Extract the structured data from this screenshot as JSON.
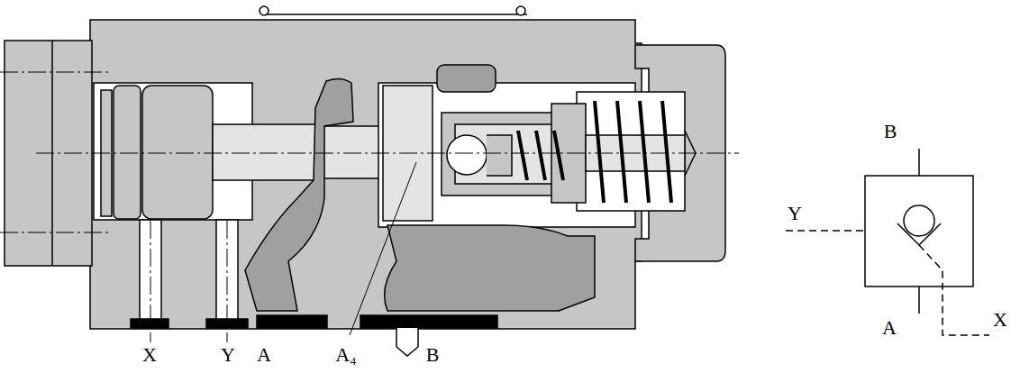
{
  "diagram": {
    "labels": [
      "X",
      "Y",
      "A",
      "A₄",
      "B",
      "B",
      "Y",
      "A",
      "X"
    ]
  }
}
